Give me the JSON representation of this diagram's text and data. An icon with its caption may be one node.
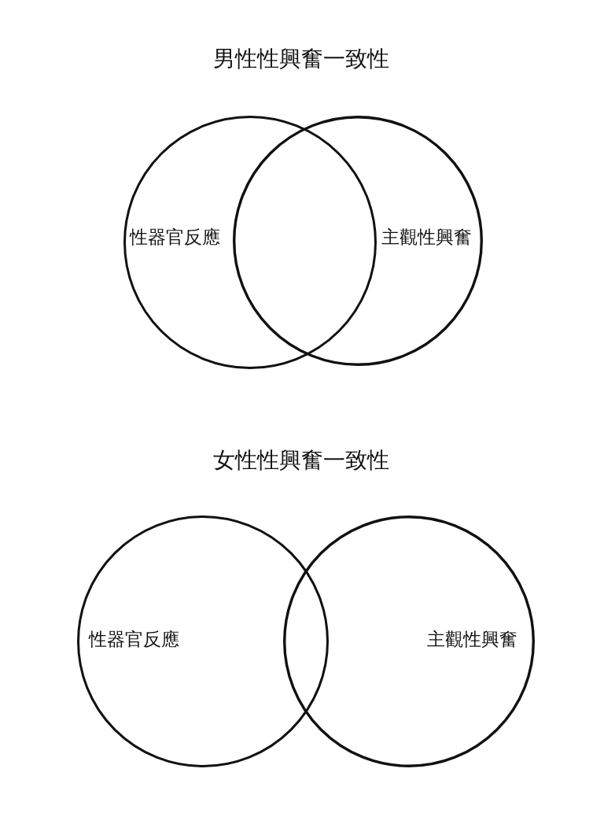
{
  "diagram": {
    "nodes": [
      {
        "text": [
          "性器官反應"
        ]
      },
      {
        "text": [
          "主觀性興奮"
        ]
      },
      {
        "text": [
          "性器官反應"
        ]
      },
      {
        "text": [
          "主觀性興奮"
        ]
      }
    ],
    "labels": [
      "男性性興奮一致性",
      "女性性興奮一致性"
    ]
  }
}
